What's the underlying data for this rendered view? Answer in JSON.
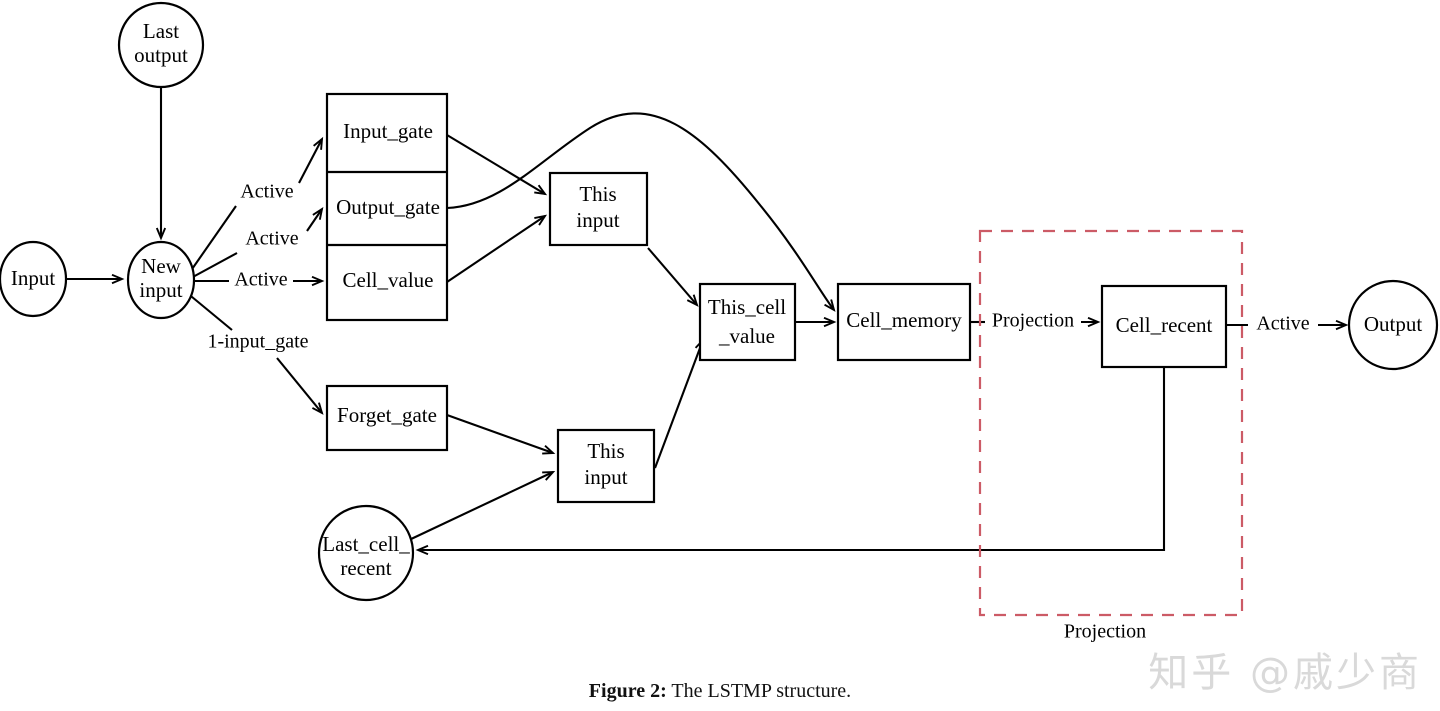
{
  "figure": {
    "caption_prefix": "Figure 2:",
    "caption_text": " The LSTMP structure.",
    "watermark": "知乎 @戚少商",
    "colors": {
      "stroke": "#000000",
      "background": "#ffffff",
      "dashed_region": "#cc5b66"
    }
  },
  "nodes": {
    "input": {
      "label": "Input",
      "shape": "ellipse"
    },
    "last_output": {
      "label_line1": "Last",
      "label_line2": "output",
      "shape": "circle"
    },
    "new_input": {
      "label_line1": "New",
      "label_line2": "input",
      "shape": "ellipse"
    },
    "gate_stack": {
      "rows": [
        {
          "label": "Input_gate"
        },
        {
          "label": "Output_gate"
        },
        {
          "label": "Cell_value"
        }
      ]
    },
    "forget_gate": {
      "label": "Forget_gate",
      "shape": "rect"
    },
    "this_input_top": {
      "label_line1": "This",
      "label_line2": "input",
      "shape": "rect"
    },
    "this_input_bottom": {
      "label_line1": "This",
      "label_line2": "input",
      "shape": "rect"
    },
    "this_cell_value": {
      "label_line1": "This_cell",
      "label_line2": "_value",
      "shape": "rect"
    },
    "cell_memory": {
      "label": "Cell_memory",
      "shape": "rect"
    },
    "cell_recent": {
      "label": "Cell_recent",
      "shape": "rect"
    },
    "last_cell_recent": {
      "label_line1": "Last_cell_",
      "label_line2": "recent",
      "shape": "circle"
    },
    "output": {
      "label": "Output",
      "shape": "circle"
    }
  },
  "edge_labels": {
    "active_to_input_gate": "Active",
    "active_to_output_gate": "Active",
    "active_to_cell_value": "Active",
    "one_minus_input_gate": "1-input_gate",
    "projection_arrow": "Projection",
    "active_to_output": "Active"
  },
  "regions": {
    "projection_box": {
      "label": "Projection"
    }
  }
}
